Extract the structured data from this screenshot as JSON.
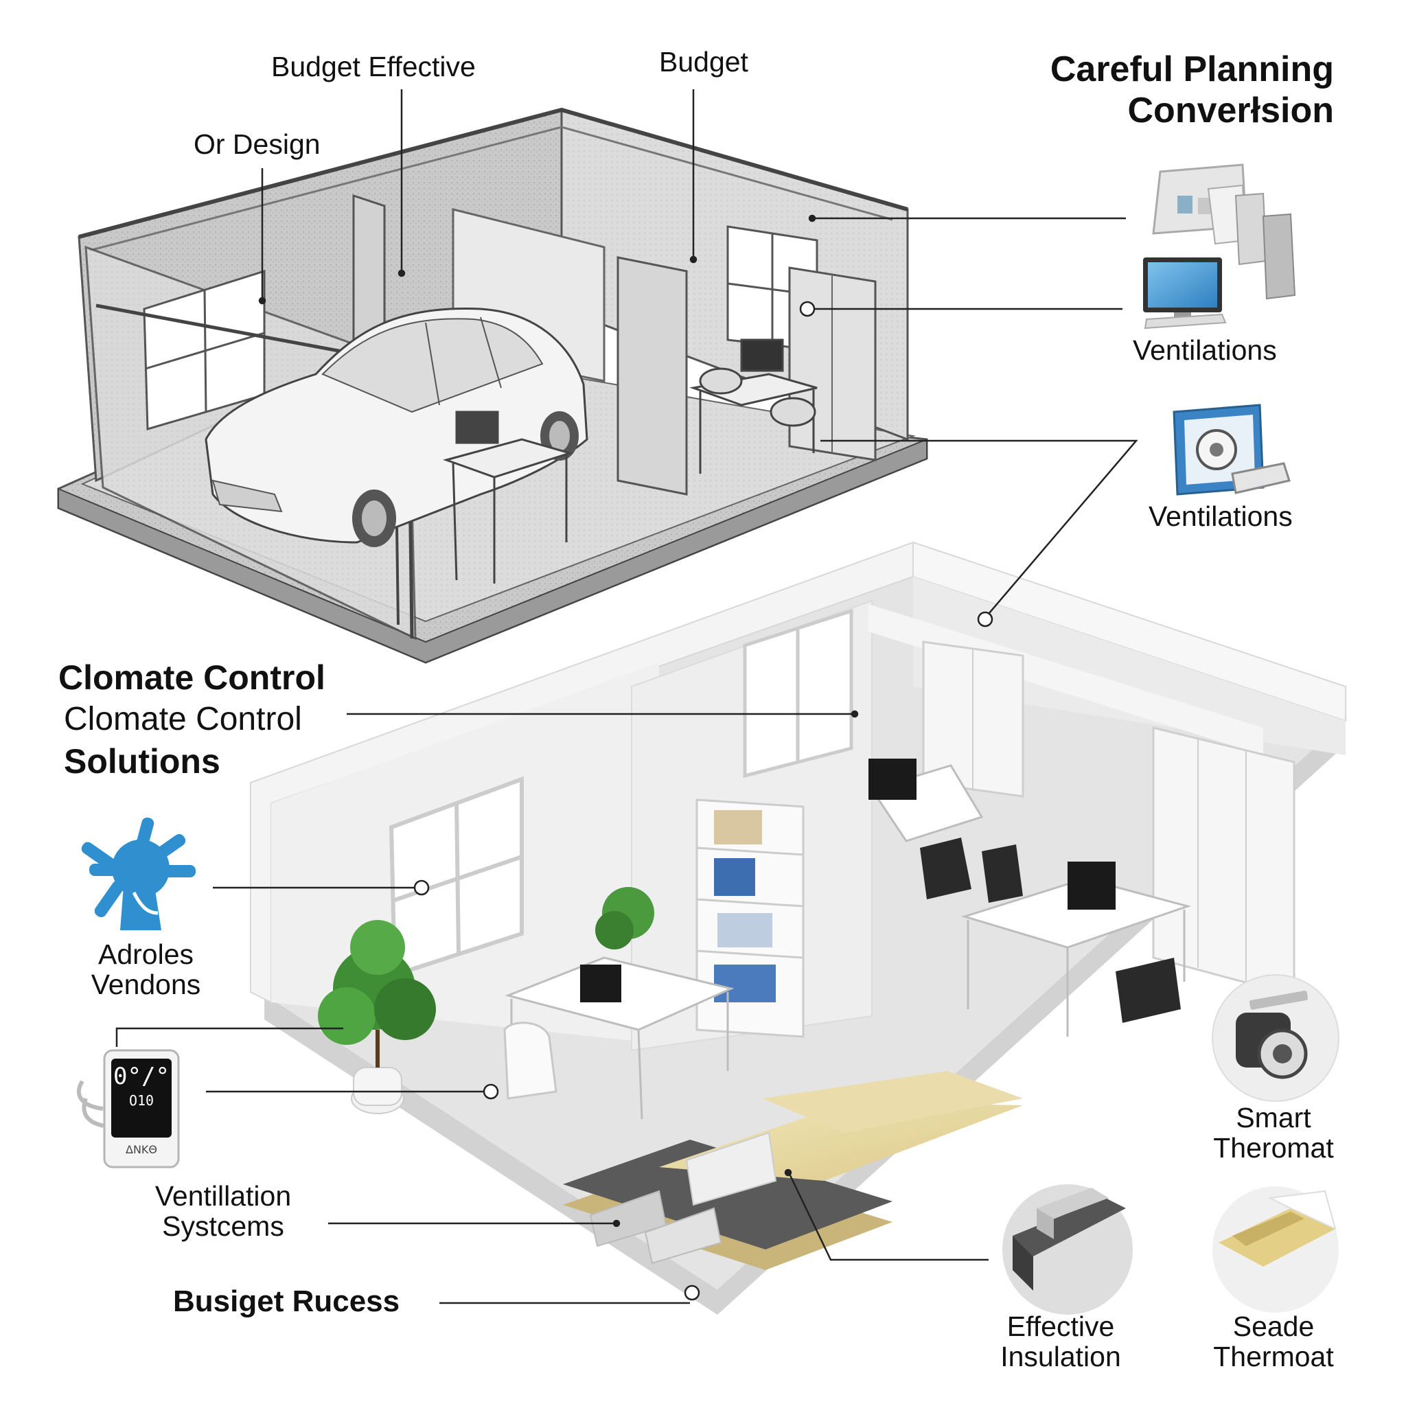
{
  "title": {
    "line1": "Careful Planning",
    "line2": "Converłsion"
  },
  "top_labels": {
    "budget_effective": "Budget Effective",
    "budget": "Budget",
    "or_design": "Or Design"
  },
  "right_labels": {
    "ventilations_1": "Ventilations",
    "ventilations_2": "Ventilations",
    "smart_thermostat_line1": "Smart",
    "smart_thermostat_line2": "Theromat",
    "effective_insulation_line1": "Effective",
    "effective_insulation_line2": "Insulation",
    "seade_thermoat_line1": "Seade",
    "seade_thermoat_line2": "Thermoat"
  },
  "left_labels": {
    "climate_heading_bold": "Clomate Control",
    "climate_heading_line2": "Clomate Control",
    "climate_heading_line3": "Solutions",
    "adroles_line1": "Adroles",
    "adroles_line2": "Vendons",
    "ventilation_systems_line1": "Ventillation",
    "ventilation_systems_line2": "Systcems",
    "budget_process": "Busiget Rucess"
  },
  "thermostat_display": {
    "reading": "0°/°",
    "sub": "Ο10",
    "brand": "ΔΝΚΘ"
  },
  "colors": {
    "text": "#111111",
    "accent_blue": "#2f8fcf",
    "insulation_yellow": "#e8d9a0",
    "sketch_gray": "#bcbcbc",
    "wall_white": "#eeeeee"
  },
  "icons": {
    "vent_panels": "ventilation-panels-icon",
    "monitor": "monitor-icon",
    "vent_unit": "ventilation-unit-icon",
    "air_snowflake": "air-flow-icon",
    "thermostat": "thermostat-device-icon",
    "smart_thermostat": "smart-thermostat-icon",
    "insulation_sample": "insulation-sample-icon",
    "seade_sample": "insulation-sample-icon"
  }
}
